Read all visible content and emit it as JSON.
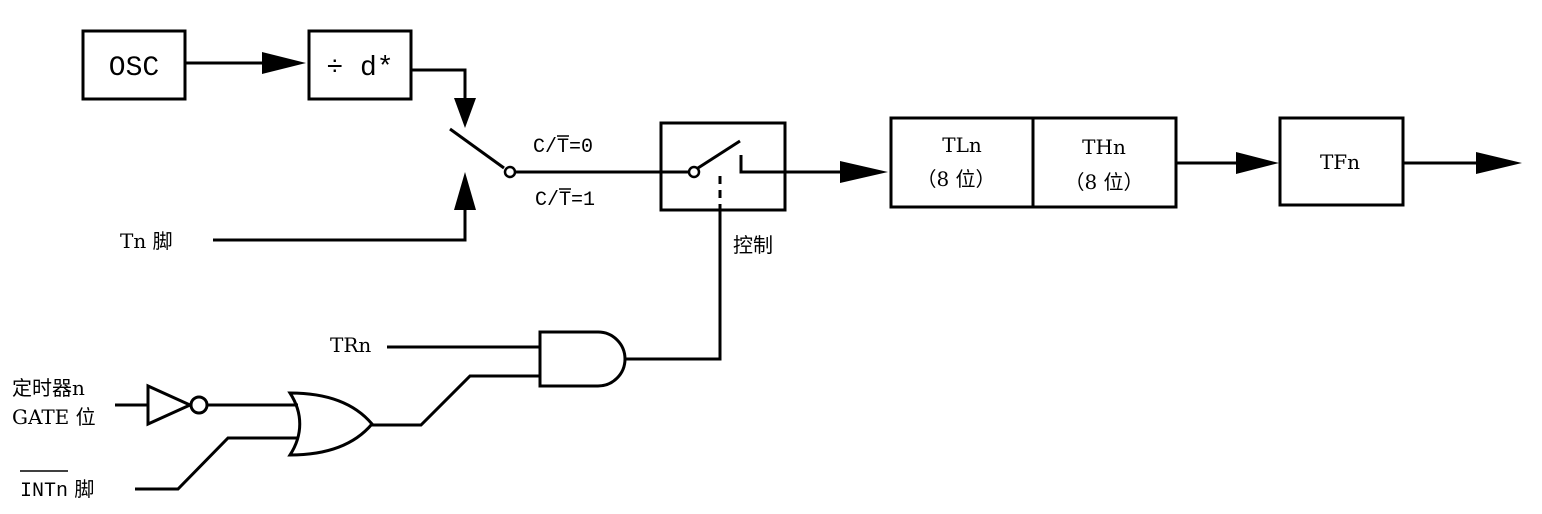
{
  "diagram": {
    "osc": "OSC",
    "divider": "÷ d*",
    "ct0": {
      "pre": "C/",
      "over": "T",
      "post": "=0"
    },
    "ct1": {
      "pre": "C/",
      "over": "T",
      "post": "=1"
    },
    "control": "控制",
    "tl": {
      "name": "TLn",
      "bits": "（8 位）"
    },
    "th": {
      "name": "THn",
      "bits": "（8  位）"
    },
    "tf": "TFn",
    "tn_pin": "Tn 脚",
    "trn": "TRn",
    "gate_line1": "定时器n",
    "gate_line2": "GATE 位",
    "int_pin": {
      "over": "INTn",
      "post": " 脚"
    }
  }
}
